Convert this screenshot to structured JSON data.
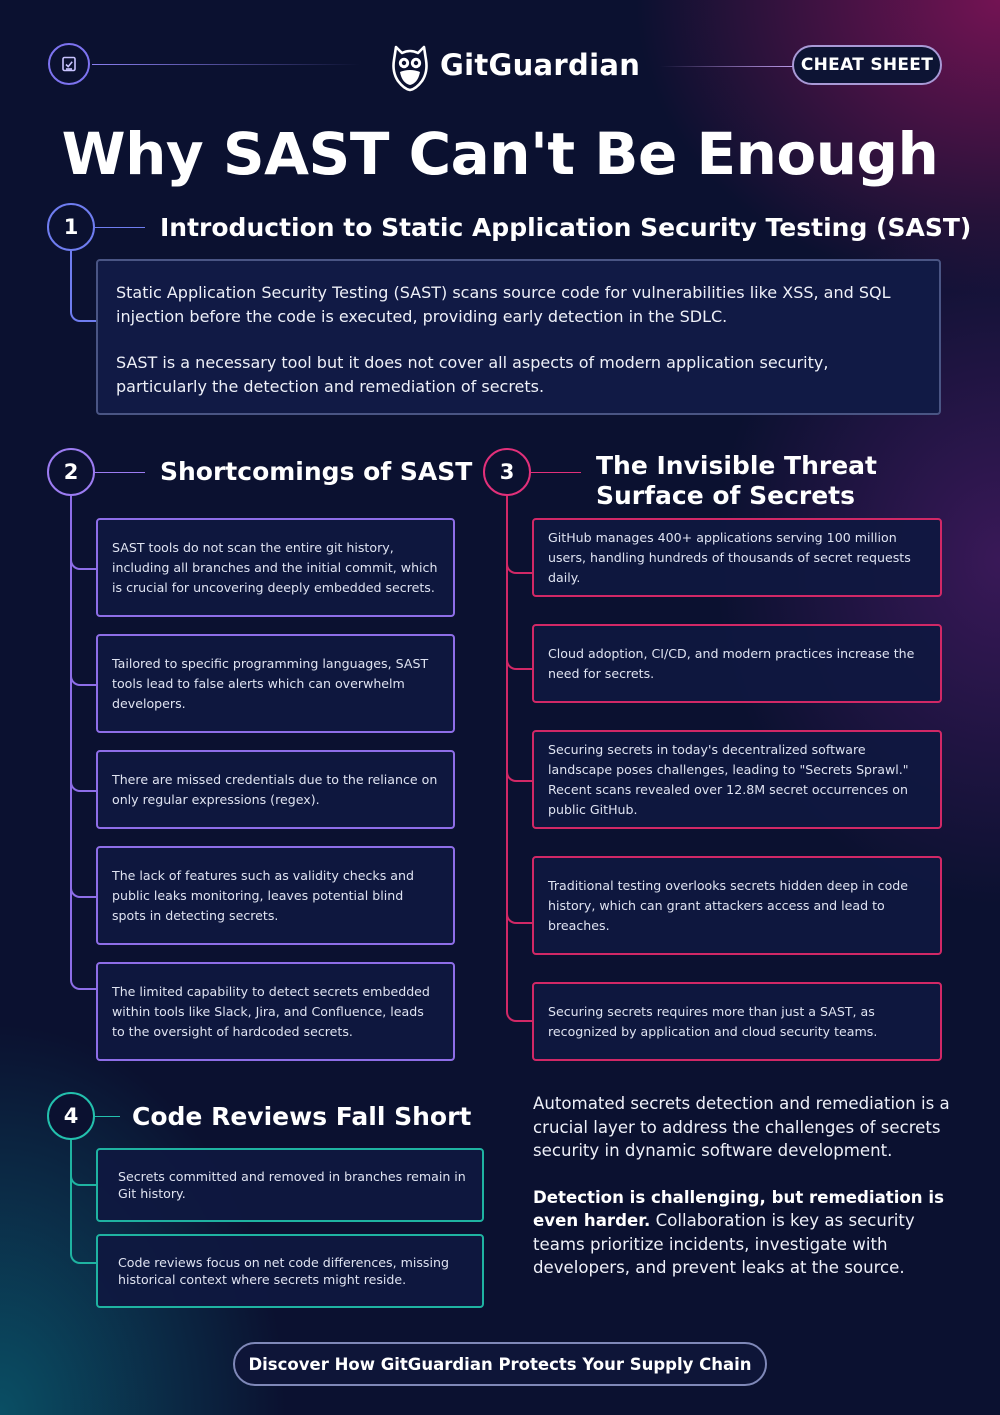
{
  "header": {
    "logo_text": "GitGuardian",
    "badge": "CHEAT SHEET",
    "icon": "checklist-icon"
  },
  "title": "Why SAST Can't Be Enough",
  "sections": [
    {
      "number": "1",
      "title": "Introduction to Static Application Security Testing (SAST)",
      "paragraphs": [
        "Static Application Security Testing (SAST) scans source code for vulnerabilities like XSS, and SQL injection before the code is executed, providing early detection in the SDLC.",
        "SAST is a necessary tool but it does not cover all aspects of modern application security, particularly the detection and remediation of secrets."
      ]
    },
    {
      "number": "2",
      "title": "Shortcomings of SAST",
      "items": [
        "SAST tools do not scan the entire git history, including all branches and the initial commit, which is crucial for uncovering deeply embedded secrets.",
        "Tailored to specific programming languages, SAST tools lead to false alerts which can overwhelm developers.",
        "There are missed credentials due to the reliance on only regular expressions (regex).",
        "The lack of features such as validity checks and public leaks monitoring, leaves potential blind spots in detecting secrets.",
        "The limited capability to detect secrets embedded within tools like Slack, Jira, and Confluence, leads to the oversight of hardcoded secrets."
      ]
    },
    {
      "number": "3",
      "title": "The Invisible Threat Surface of Secrets",
      "items": [
        "GitHub manages 400+ applications serving 100 million users, handling hundreds of thousands of secret requests daily.",
        "Cloud adoption, CI/CD, and modern practices increase the need for secrets.",
        "Securing secrets in today's decentralized software landscape poses challenges, leading to \"Secrets Sprawl.\" Recent scans revealed over 12.8M secret occurrences on public GitHub.",
        "Traditional testing overlooks secrets hidden deep in code history, which can grant attackers access and lead to breaches.",
        "Securing secrets requires more than just a SAST, as recognized by application and cloud security teams."
      ]
    },
    {
      "number": "4",
      "title": "Code Reviews Fall Short",
      "items": [
        "Secrets committed and removed in branches remain in Git history.",
        "Code reviews focus on net code differences, missing historical context where secrets might reside."
      ]
    }
  ],
  "closing": {
    "p1": "Automated secrets detection and remediation is a crucial layer to  address the challenges of secrets security in dynamic software development.",
    "p2_bold": "Detection is challenging, but remediation is even harder.",
    "p2_rest": " Collaboration is key as security teams  prioritize incidents, investigate with developers, and prevent leaks at the source."
  },
  "cta": "Discover How GitGuardian Protects Your Supply Chain",
  "colors": {
    "background": "#0b1130",
    "accent_blue": "#6f7df0",
    "accent_purple": "#8e6ee8",
    "accent_pink": "#d12866",
    "accent_teal": "#1fb3a1"
  }
}
